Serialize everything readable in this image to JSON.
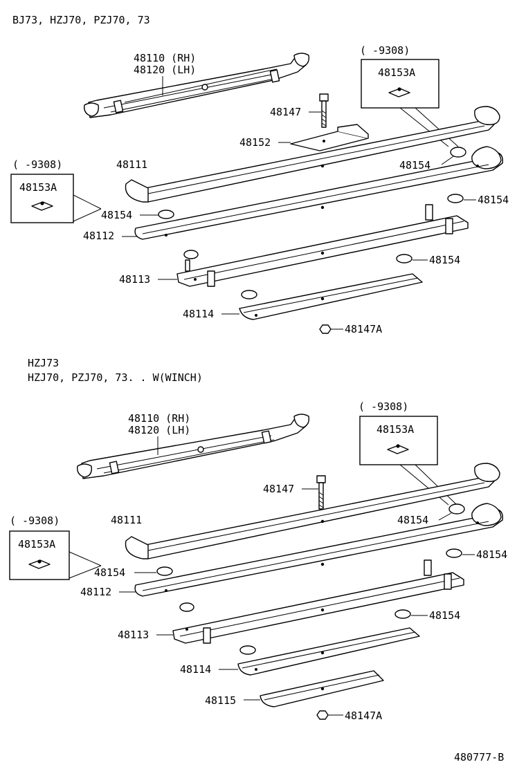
{
  "sections": [
    {
      "model_lines": [
        "BJ73, HZJ70, PZJ70, 73"
      ],
      "callouts": {
        "main_leaf_rh": "48110 (RH)",
        "main_leaf_lh": "48120 (LH)",
        "bolt": "48147",
        "spacer_plate": "48152",
        "leaf_no2": "48111",
        "leaf_no3": "48112",
        "leaf_no4": "48113",
        "leaf_no5": "48114",
        "nut": "48147A",
        "bumper_a": "48154",
        "bumper_b": "48154",
        "bumper_c": "48154",
        "bumper_d": "48154"
      },
      "inset_right": {
        "range": "(      -9308)",
        "part": "48153A"
      },
      "inset_left": {
        "range": "(      -9308)",
        "part": "48153A"
      }
    },
    {
      "model_lines": [
        "HZJ73",
        "HZJ70, PZJ70, 73. . W(WINCH)"
      ],
      "callouts": {
        "main_leaf_rh": "48110 (RH)",
        "main_leaf_lh": "48120 (LH)",
        "bolt": "48147",
        "leaf_no2": "48111",
        "leaf_no3": "48112",
        "leaf_no4": "48113",
        "leaf_no5": "48114",
        "leaf_no6": "48115",
        "nut": "48147A",
        "bumper_a": "48154",
        "bumper_b": "48154",
        "bumper_c": "48154",
        "bumper_d": "48154"
      },
      "inset_right": {
        "range": "(      -9308)",
        "part": "48153A"
      },
      "inset_left": {
        "range": "(      -9308)",
        "part": "48153A"
      }
    }
  ],
  "figure_id": "480777-B"
}
